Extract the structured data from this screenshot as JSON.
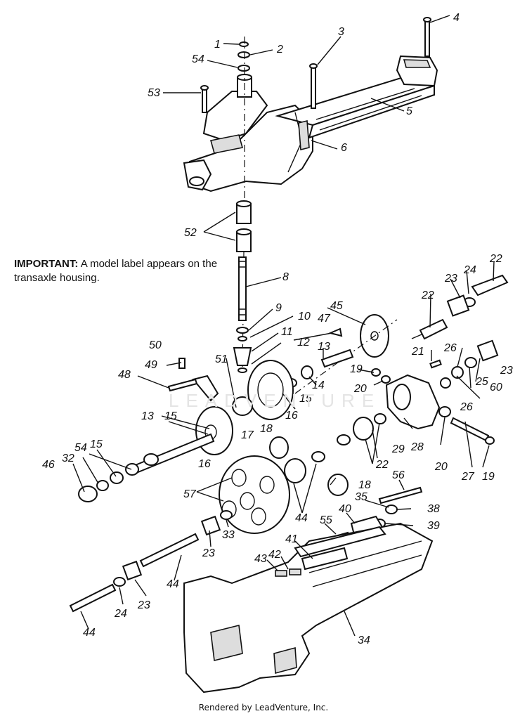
{
  "note": {
    "important_label": "IMPORTANT:",
    "important_text": " A model label appears on the transaxle housing."
  },
  "watermark": "LEADVENTURE",
  "footer": "Rendered by LeadVenture, Inc.",
  "callouts": [
    {
      "id": "c1",
      "text": "1"
    },
    {
      "id": "c2",
      "text": "2"
    },
    {
      "id": "c54a",
      "text": "54"
    },
    {
      "id": "c3",
      "text": "3"
    },
    {
      "id": "c4",
      "text": "4"
    },
    {
      "id": "c53",
      "text": "53"
    },
    {
      "id": "c5",
      "text": "5"
    },
    {
      "id": "c6",
      "text": "6"
    },
    {
      "id": "c52",
      "text": "52"
    },
    {
      "id": "c8",
      "text": "8"
    },
    {
      "id": "c9",
      "text": "9"
    },
    {
      "id": "c10",
      "text": "10"
    },
    {
      "id": "c11",
      "text": "11"
    },
    {
      "id": "c12",
      "text": "12"
    },
    {
      "id": "c47",
      "text": "47"
    },
    {
      "id": "c45",
      "text": "45"
    },
    {
      "id": "c22a",
      "text": "22"
    },
    {
      "id": "c23a",
      "text": "23"
    },
    {
      "id": "c24a",
      "text": "24"
    },
    {
      "id": "c22b",
      "text": "22"
    },
    {
      "id": "c50",
      "text": "50"
    },
    {
      "id": "c49",
      "text": "49"
    },
    {
      "id": "c48",
      "text": "48"
    },
    {
      "id": "c51",
      "text": "51"
    },
    {
      "id": "c13a",
      "text": "13"
    },
    {
      "id": "c14",
      "text": "14"
    },
    {
      "id": "c15a",
      "text": "15"
    },
    {
      "id": "c19a",
      "text": "19"
    },
    {
      "id": "c20a",
      "text": "20"
    },
    {
      "id": "c21",
      "text": "21"
    },
    {
      "id": "c26a",
      "text": "26"
    },
    {
      "id": "c25",
      "text": "25"
    },
    {
      "id": "c60",
      "text": "60"
    },
    {
      "id": "c26b",
      "text": "26"
    },
    {
      "id": "c23b",
      "text": "23"
    },
    {
      "id": "c16a",
      "text": "16"
    },
    {
      "id": "c13b",
      "text": "13"
    },
    {
      "id": "c15b",
      "text": "15"
    },
    {
      "id": "c17",
      "text": "17"
    },
    {
      "id": "c18a",
      "text": "18"
    },
    {
      "id": "c29",
      "text": "29"
    },
    {
      "id": "c28",
      "text": "28"
    },
    {
      "id": "c20b",
      "text": "20"
    },
    {
      "id": "c27",
      "text": "27"
    },
    {
      "id": "c19b",
      "text": "19"
    },
    {
      "id": "c54b",
      "text": "54"
    },
    {
      "id": "c15c",
      "text": "15"
    },
    {
      "id": "c32",
      "text": "32"
    },
    {
      "id": "c46",
      "text": "46"
    },
    {
      "id": "c16b",
      "text": "16"
    },
    {
      "id": "c22c",
      "text": "22"
    },
    {
      "id": "c18b",
      "text": "18"
    },
    {
      "id": "c44a",
      "text": "44"
    },
    {
      "id": "c56",
      "text": "56"
    },
    {
      "id": "c57",
      "text": "57"
    },
    {
      "id": "c35",
      "text": "35"
    },
    {
      "id": "c38",
      "text": "38"
    },
    {
      "id": "c39",
      "text": "39"
    },
    {
      "id": "c40",
      "text": "40"
    },
    {
      "id": "c55",
      "text": "55"
    },
    {
      "id": "c41",
      "text": "41"
    },
    {
      "id": "c42",
      "text": "42"
    },
    {
      "id": "c43",
      "text": "43"
    },
    {
      "id": "c33",
      "text": "33"
    },
    {
      "id": "c23c",
      "text": "23"
    },
    {
      "id": "c44b",
      "text": "44"
    },
    {
      "id": "c24b",
      "text": "24"
    },
    {
      "id": "c23d",
      "text": "23"
    },
    {
      "id": "c44c",
      "text": "44"
    },
    {
      "id": "c34",
      "text": "34"
    }
  ]
}
